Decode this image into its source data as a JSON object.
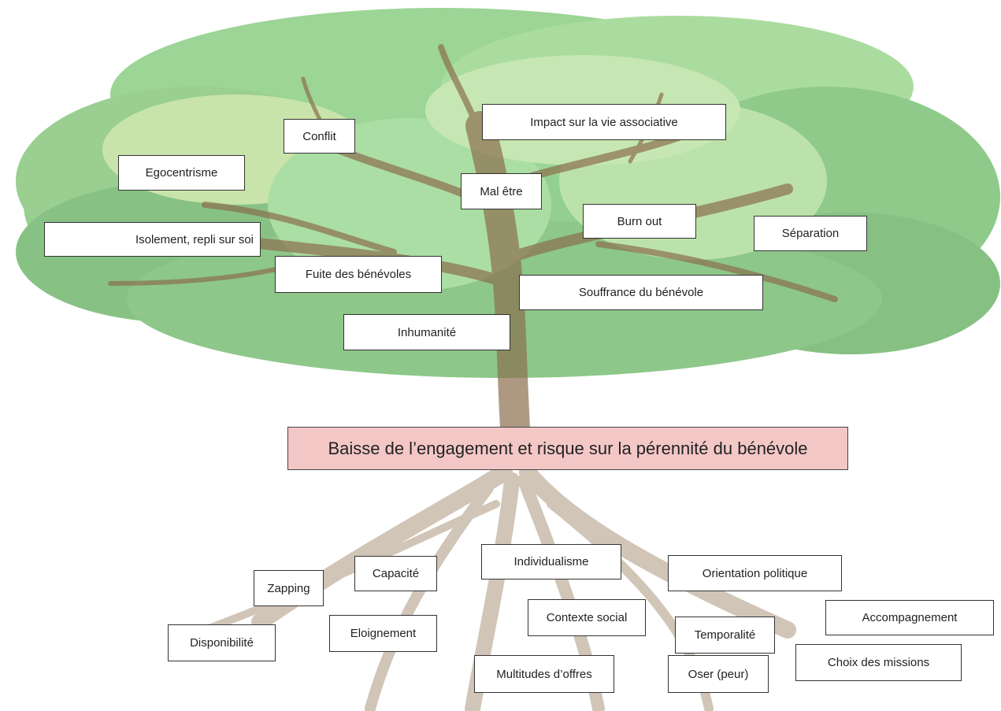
{
  "central": "Baisse de l’engagement et risque sur la pérennité du bénévole",
  "consequences": [
    "Impact sur la vie associative",
    "Conflit",
    "Egocentrisme",
    "Mal être",
    "Burn out",
    "Séparation",
    "Isolement, repli sur soi",
    "Fuite des bénévoles",
    "Souffrance du bénévole",
    "Inhumanité"
  ],
  "causes": [
    "Individualisme",
    "Capacité",
    "Zapping",
    "Orientation politique",
    "Contexte social",
    "Accompagnement",
    "Eloignement",
    "Temporalité",
    "Disponibilité",
    "Choix des missions",
    "Multitudes d’offres",
    "Oser (peur)"
  ],
  "colors": {
    "canopy": "#5cb85c",
    "canopy_light": "#a8d88a",
    "trunk": "#8b6f4e",
    "central_box": "#f4c7c7"
  }
}
